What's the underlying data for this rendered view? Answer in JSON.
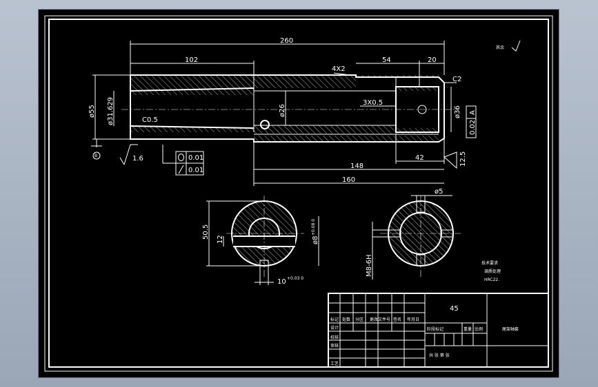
{
  "drawing": {
    "surface_roughness_note": "其余",
    "dims": {
      "total_length": "260",
      "len_102": "102",
      "len_54": "54",
      "len_20": "20",
      "groove": "4X2",
      "chamfer_c2": "C2",
      "dia_55": "ø55",
      "dia_taper": "ø31.629",
      "dia_26": "ø26",
      "thread_relief": "3X0.5",
      "dia_36": "ø36",
      "chamfer_c05": "C0.5",
      "len_148": "148",
      "len_42": "42",
      "len_160": "160",
      "roughness_16": "1.6",
      "roughness_125": "12.5",
      "tol_round": "0.01",
      "tol_cyl": "0.01",
      "runout_val": "0.02",
      "datum_a": "A",
      "datum_b": "B",
      "sec1_height": "50.5",
      "sec1_12": "12",
      "sec1_dia8": "ø8",
      "sec1_tol": "+0.08\n0",
      "sec1_10": "10",
      "sec1_10tol": "+0.03\n0",
      "sec2_dia5": "ø5",
      "sec2_thread": "M8-6H"
    },
    "tech_req": {
      "title": "技术要求",
      "line1": "调质处理",
      "line2": "HRC22."
    },
    "title_block": {
      "material": "45",
      "part_name": "尾架轴套",
      "row_labels": [
        "标记",
        "设计",
        "校核",
        "审核",
        "工艺"
      ],
      "header_small": [
        "处数",
        "分区",
        "更改文件号",
        "签名",
        "年月日"
      ],
      "stage_label": "阶段标记",
      "weight_label": "重量",
      "scale_label": "比例",
      "sheet_info": "共 张 第 张"
    }
  }
}
